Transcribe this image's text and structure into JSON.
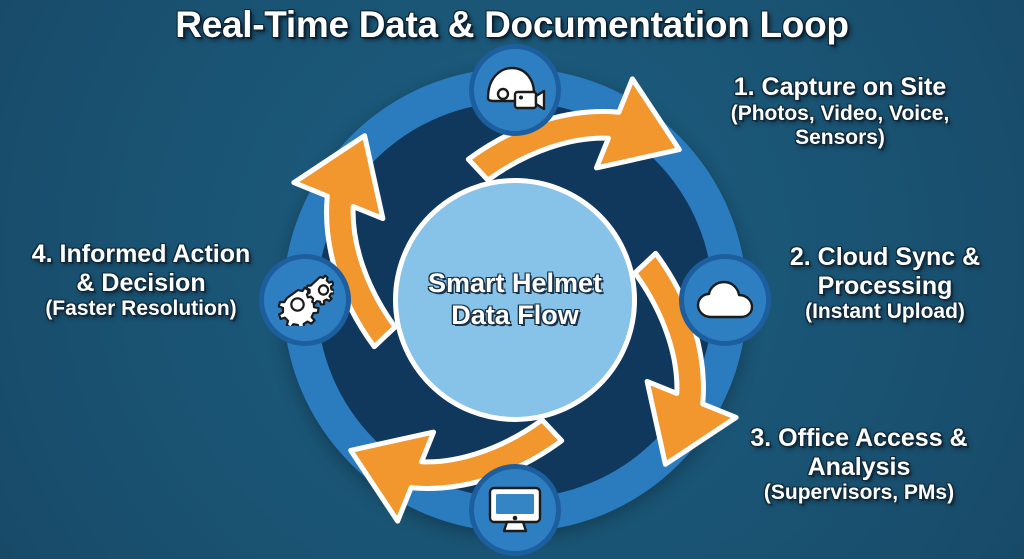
{
  "header": {
    "title": "Real-Time Data & Documentation Loop"
  },
  "hub": {
    "line1": "Smart Helmet",
    "line2": "Data Flow"
  },
  "colors": {
    "background": "#1a5474",
    "ring_outer": "#2b7bbf",
    "ring_inner": "#10375c",
    "hub_fill": "#87c2e9",
    "node_fill": "#2e7fc2",
    "node_border": "#1d5f9e",
    "arrow": "#f2962e",
    "arrow_outline": "#ffffff",
    "text": "#ffffff"
  },
  "steps": [
    {
      "number": "1",
      "heading": "1. Capture on Site",
      "detail": "(Photos, Video, Voice,\nSensors)",
      "icon": "helmet-camera-icon",
      "position": "top"
    },
    {
      "number": "2",
      "heading": "2. Cloud Sync &\nProcessing",
      "detail": "(Instant Upload)",
      "icon": "cloud-icon",
      "position": "right"
    },
    {
      "number": "3",
      "heading": "3. Office Access &\nAnalysis",
      "detail": "(Supervisors, PMs)",
      "icon": "desktop-monitor-icon",
      "position": "bottom"
    },
    {
      "number": "4",
      "heading": "4. Informed Action\n& Decision",
      "detail": "(Faster Resolution)",
      "icon": "gears-icon",
      "position": "left"
    }
  ],
  "arrows": [
    {
      "name": "arrow-to-capture",
      "from": "4. Informed Action & Decision",
      "to": "1. Capture on Site"
    },
    {
      "name": "arrow-to-cloud",
      "from": "1. Capture on Site",
      "to": "2. Cloud Sync & Processing"
    },
    {
      "name": "arrow-to-office",
      "from": "2. Cloud Sync & Processing",
      "to": "3. Office Access & Analysis"
    },
    {
      "name": "arrow-to-action",
      "from": "3. Office Access & Analysis",
      "to": "4. Informed Action & Decision"
    }
  ]
}
